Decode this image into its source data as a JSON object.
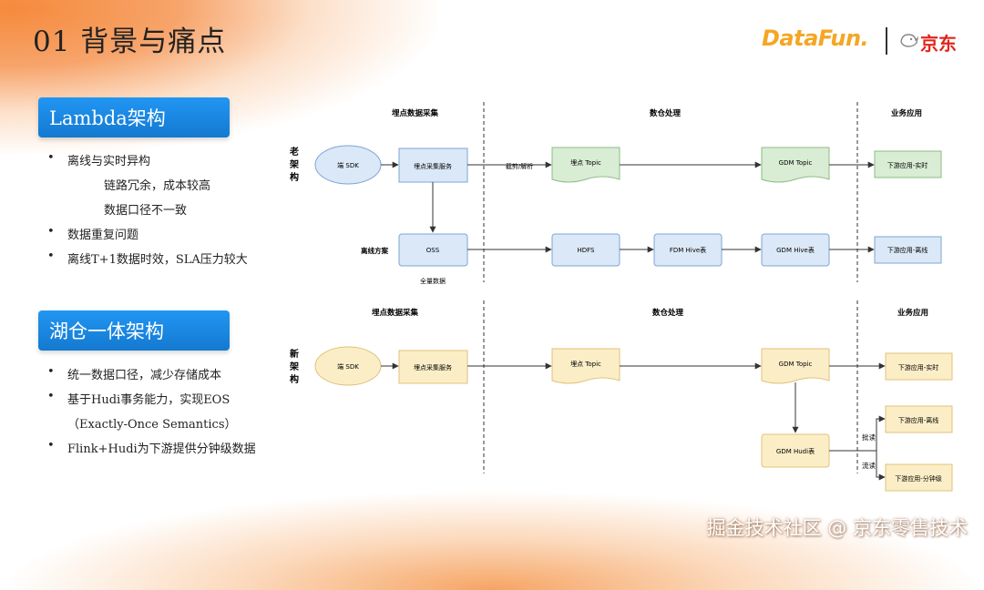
{
  "slide": {
    "title": "01 背景与痛点",
    "logo_text": "DataFun.",
    "jd_text": "京东",
    "watermark": "掘金技术社区 @ 京东零售技术"
  },
  "lambda": {
    "heading": "Lambda架构",
    "bullets": [
      {
        "text": "离线与实时异构",
        "bullet": true
      },
      {
        "text": "链路冗余，成本较高",
        "bullet": false
      },
      {
        "text": "数据口径不一致",
        "bullet": false
      },
      {
        "text": "数据重复问题",
        "bullet": true
      },
      {
        "text": "离线T+1数据时效，SLA压力较大",
        "bullet": true
      }
    ]
  },
  "lakehouse": {
    "heading": "湖仓一体架构",
    "bullets": [
      {
        "text": "统一数据口径，减少存储成本",
        "bullet": true
      },
      {
        "text": "基于Hudi事务能力，实现EOS",
        "bullet": true
      },
      {
        "text": "（Exactly-Once Semantics）",
        "bullet": false
      },
      {
        "text": "Flink+Hudi为下游提供分钟级数据",
        "bullet": true
      }
    ]
  },
  "diagram": {
    "old": {
      "label": "老架构",
      "headers": [
        "埋点数据采集",
        "数仓处理",
        "业务应用"
      ],
      "nodes": {
        "sdk": "端 SDK",
        "collect": "埋点采集服务",
        "topic": "埋点 Topic",
        "gdm_topic": "GDM Topic",
        "down_rt": "下游应用-实时",
        "offline_label": "离线方案",
        "oss": "OSS",
        "hdfs": "HDFS",
        "fdm_hive": "FDM Hive表",
        "gdm_hive": "GDM Hive表",
        "down_off": "下游应用-离线"
      },
      "edge_labels": {
        "crop": "截剪/解析",
        "full": "全量数据"
      }
    },
    "new": {
      "label": "新架构",
      "headers": [
        "埋点数据采集",
        "数仓处理",
        "业务应用"
      ],
      "nodes": {
        "sdk": "端 SDK",
        "collect": "埋点采集服务",
        "topic": "埋点 Topic",
        "gdm_topic": "GDM Topic",
        "down_rt": "下游应用-实时",
        "gdm_hudi": "GDM Hudi表",
        "down_off": "下游应用-离线",
        "down_min": "下游应用-分钟级"
      },
      "edge_labels": {
        "batch": "批读",
        "stream": "流读"
      }
    }
  },
  "colors": {
    "pill": "#1e88e5",
    "old_blue_fill": "#dbe8f7",
    "old_blue_stroke": "#7ea6d6",
    "old_green_fill": "#d9ecd4",
    "old_green_stroke": "#8dbb85",
    "new_yellow_fill": "#fbeec7",
    "new_yellow_stroke": "#e0c27a"
  }
}
